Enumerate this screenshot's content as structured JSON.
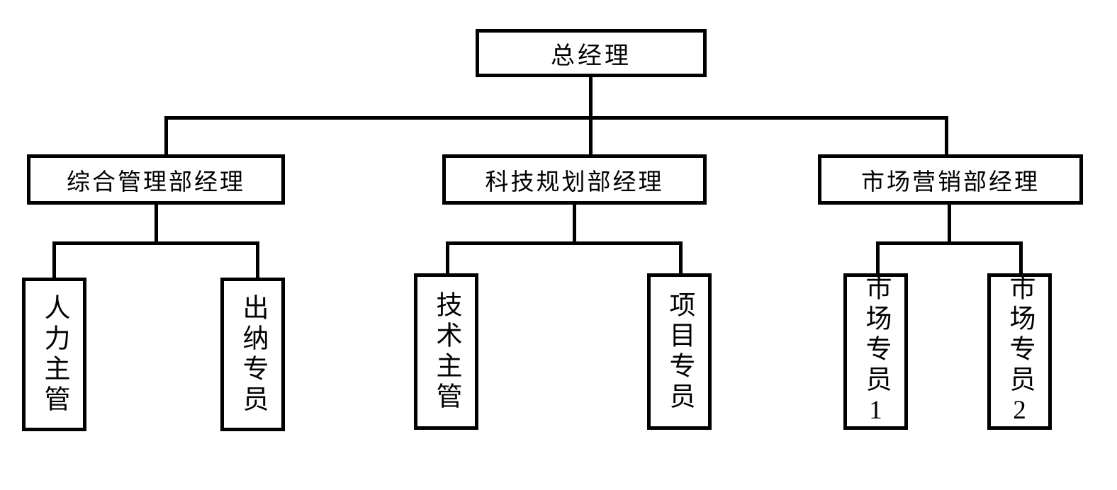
{
  "diagram": {
    "title_text": "总经理",
    "type": "organization-chart",
    "background_color": "#ffffff",
    "line_color": "#000000",
    "border_color": "#000000",
    "text_color": "#000000"
  },
  "nodes": {
    "root": {
      "label": "总经理",
      "level": 1,
      "orientation": "horizontal"
    },
    "departments": [
      {
        "label": "综合管理部经理",
        "level": 2,
        "orientation": "horizontal"
      },
      {
        "label": "科技规划部经理",
        "level": 2,
        "orientation": "horizontal"
      },
      {
        "label": "市场营销部经理",
        "level": 2,
        "orientation": "horizontal"
      }
    ],
    "staff": [
      {
        "label": "人力主管",
        "level": 3,
        "orientation": "vertical",
        "parent": "综合管理部经理"
      },
      {
        "label": "出纳专员",
        "level": 3,
        "orientation": "vertical",
        "parent": "综合管理部经理"
      },
      {
        "label": "技术主管",
        "level": 3,
        "orientation": "vertical",
        "parent": "科技规划部经理"
      },
      {
        "label": "项目专员",
        "level": 3,
        "orientation": "vertical",
        "parent": "科技规划部经理"
      },
      {
        "label": "市场专员1",
        "level": 3,
        "orientation": "vertical",
        "parent": "市场营销部经理"
      },
      {
        "label": "市场专员2",
        "level": 3,
        "orientation": "vertical",
        "parent": "市场营销部经理"
      }
    ]
  }
}
